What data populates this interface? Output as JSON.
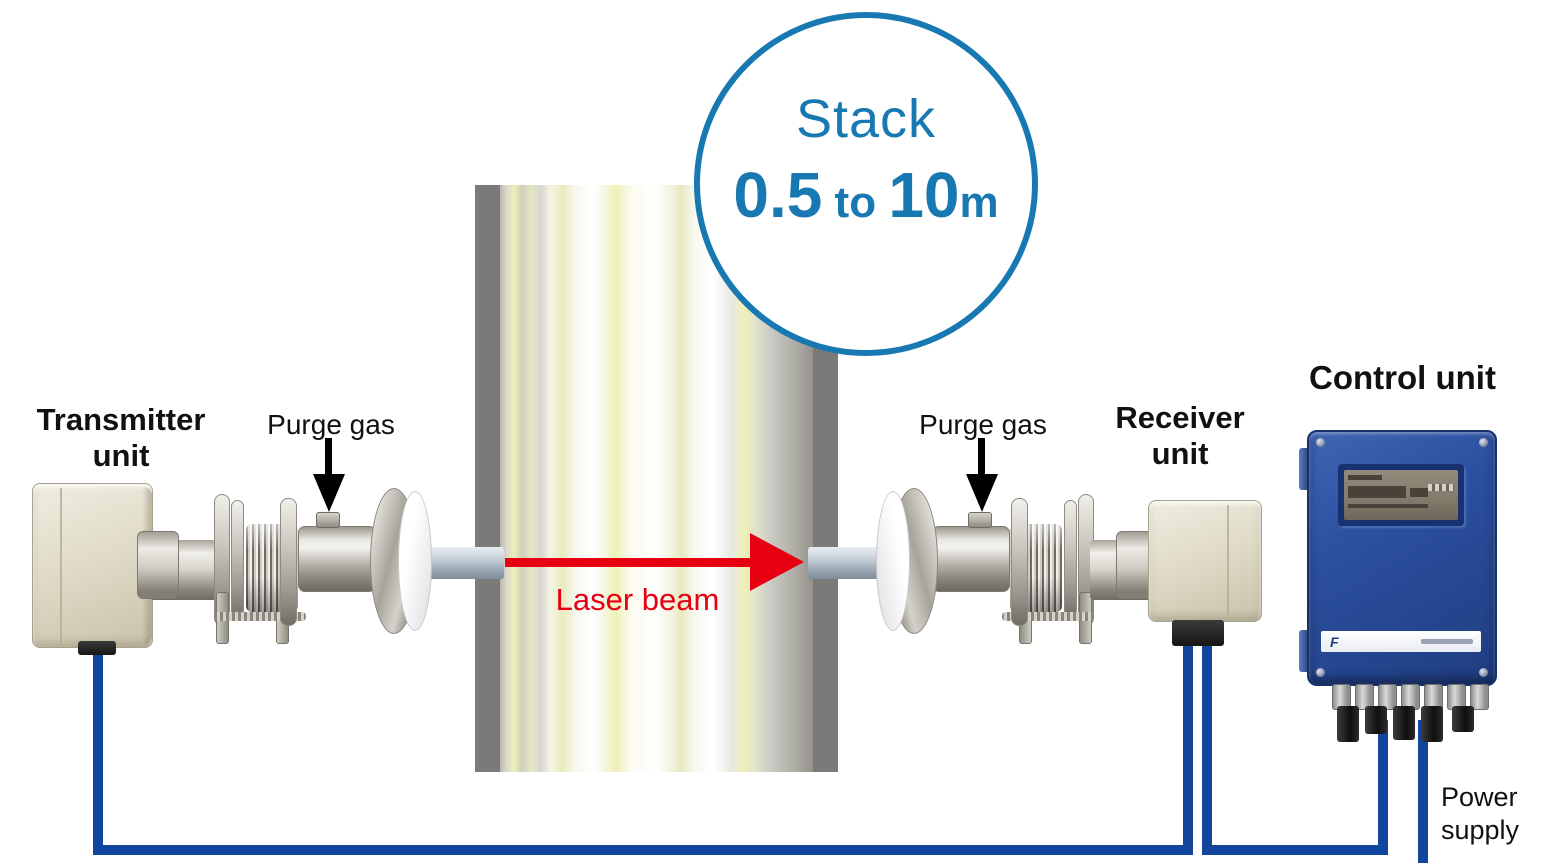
{
  "colors": {
    "accent_blue": "#1878b2",
    "laser_red": "#e60012",
    "wire_blue": "#12459e",
    "stack_wall": "#7c7a78",
    "control_blue": "#2b4f9b",
    "device_beige": "#ded9c6",
    "label_black": "#111111"
  },
  "badge": {
    "title": "Stack",
    "range_min": "0.5",
    "range_connector": " to ",
    "range_max_value": "10",
    "range_max_unit": "m"
  },
  "devices": {
    "transmitter": {
      "label_line1": "Transmitter",
      "label_line2": "unit"
    },
    "receiver": {
      "label_line1": "Receiver",
      "label_line2": "unit"
    },
    "control": {
      "label": "Control unit",
      "logo": "F"
    }
  },
  "annotations": {
    "purge_gas_left": "Purge gas",
    "purge_gas_right": "Purge gas",
    "laser_beam": "Laser beam",
    "power_supply_line1": "Power",
    "power_supply_line2": "supply"
  }
}
